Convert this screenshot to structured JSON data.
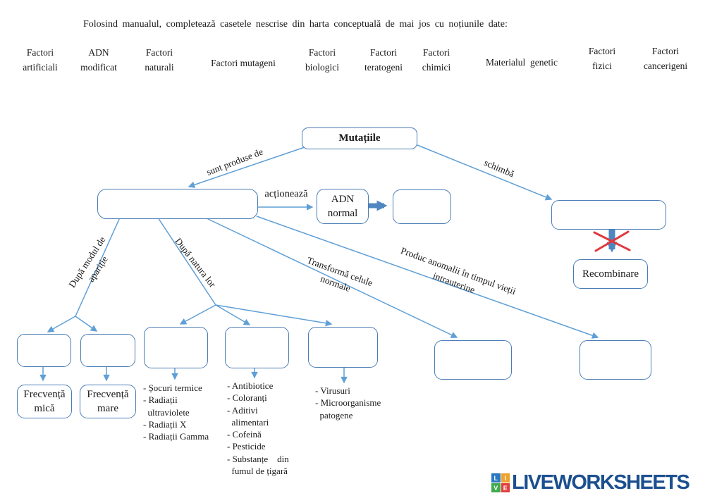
{
  "instruction": "Folosind manualul, completează casetele nescrise din harta conceptuală de mai jos cu noțiunile date:",
  "word_bank": [
    "Factori\nartificiali",
    "ADN\nmodificat",
    "Factori\nnaturali",
    "Factori mutageni",
    "Factori\nbiologici",
    "Factori\nteratogeni",
    "Factori\nchimici",
    "Materialul  genetic",
    "Factori\nfizici",
    "Factori\ncancerigeni"
  ],
  "diagram": {
    "root_label": "Mutațiile",
    "edge_labels": {
      "produced_by": "sunt produse de",
      "changes": "schimbă",
      "acts_on": "acționează",
      "by_mode": "După modul de\napariție",
      "by_nature": "După natura lor",
      "transform": "Transformă celule\nnormale",
      "anomalies": "Produc anomalii în timpul vieții\nintrauterine"
    },
    "filled": {
      "adn_normal": "ADN\nnormal",
      "recombinare": "Recombinare",
      "freq_low": "Frecvență\nmică",
      "freq_high": "Frecvență\nmare"
    },
    "lists": {
      "thermal": [
        "- Șocuri termice",
        "- Radiații",
        "  ultraviolete",
        "- Radiații X",
        "- Radiații Gamma"
      ],
      "chemical": [
        "- Antibiotice",
        "- Coloranți",
        "- Aditivi",
        "  alimentari",
        "- Cofeină",
        "- Pesticide",
        "- Substanțe    din",
        "  fumul de țigară"
      ],
      "biological": [
        "- Virusuri",
        "- Microorganisme",
        "  patogene"
      ]
    }
  },
  "footer": {
    "brand": "LIVEWORKSHEETS",
    "logo_letters": [
      "L",
      "I",
      "V",
      "E"
    ]
  },
  "colors": {
    "line": "#5f9fd6",
    "thick": "#4f86c0",
    "border": "#4a7db5",
    "cross": "#e0393e",
    "navy": "#1b4f8f",
    "lblue": "#2b78c2",
    "lorange": "#f0a230",
    "lgreen": "#3faa4c",
    "lred": "#e23c3c"
  }
}
